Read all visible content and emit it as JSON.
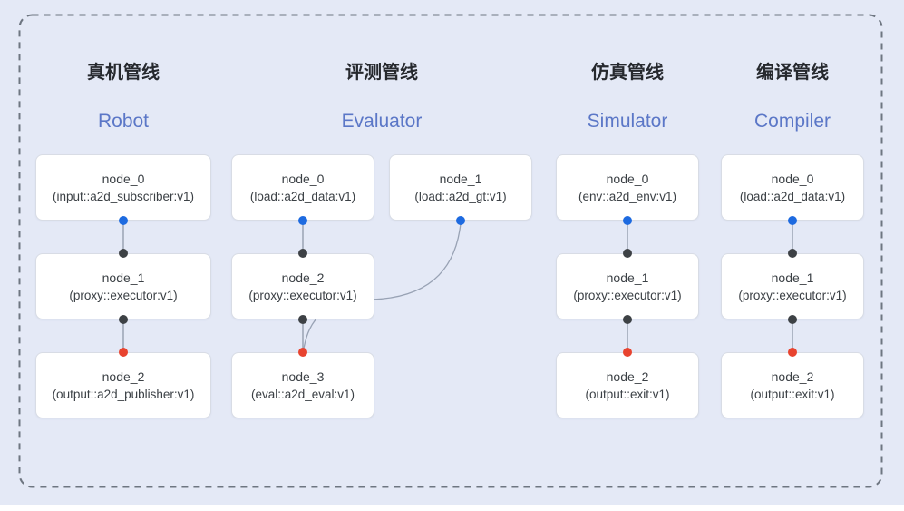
{
  "diagram": {
    "pipelines": [
      {
        "zh": "真机管线",
        "en": "Robot",
        "nodes": [
          {
            "name": "node_0",
            "type": "(input::a2d_subscriber:v1)"
          },
          {
            "name": "node_1",
            "type": "(proxy::executor:v1)"
          },
          {
            "name": "node_2",
            "type": "(output::a2d_publisher:v1)"
          }
        ]
      },
      {
        "zh": "评测管线",
        "en": "Evaluator",
        "nodes": [
          {
            "name": "node_0",
            "type": "(load::a2d_data:v1)"
          },
          {
            "name": "node_1",
            "type": "(load::a2d_gt:v1)"
          },
          {
            "name": "node_2",
            "type": "(proxy::executor:v1)"
          },
          {
            "name": "node_3",
            "type": "(eval::a2d_eval:v1)"
          }
        ]
      },
      {
        "zh": "仿真管线",
        "en": "Simulator",
        "nodes": [
          {
            "name": "node_0",
            "type": "(env::a2d_env:v1)"
          },
          {
            "name": "node_1",
            "type": "(proxy::executor:v1)"
          },
          {
            "name": "node_2",
            "type": "(output::exit:v1)"
          }
        ]
      },
      {
        "zh": "编译管线",
        "en": "Compiler",
        "nodes": [
          {
            "name": "node_0",
            "type": "(load::a2d_data:v1)"
          },
          {
            "name": "node_1",
            "type": "(proxy::executor:v1)"
          },
          {
            "name": "node_2",
            "type": "(output::exit:v1)"
          }
        ]
      }
    ],
    "colors": {
      "input_dot": "#1d6ae0",
      "mid_dot": "#3d4145",
      "output_dot": "#e8432f",
      "edge": "#8f99a9",
      "en_title": "#5b77c7",
      "zh_title": "#26292e",
      "node_border": "#d8dce5",
      "node_fill": "#ffffff",
      "background": "#e4e9f6",
      "dashed_border": "#6e7681"
    }
  }
}
